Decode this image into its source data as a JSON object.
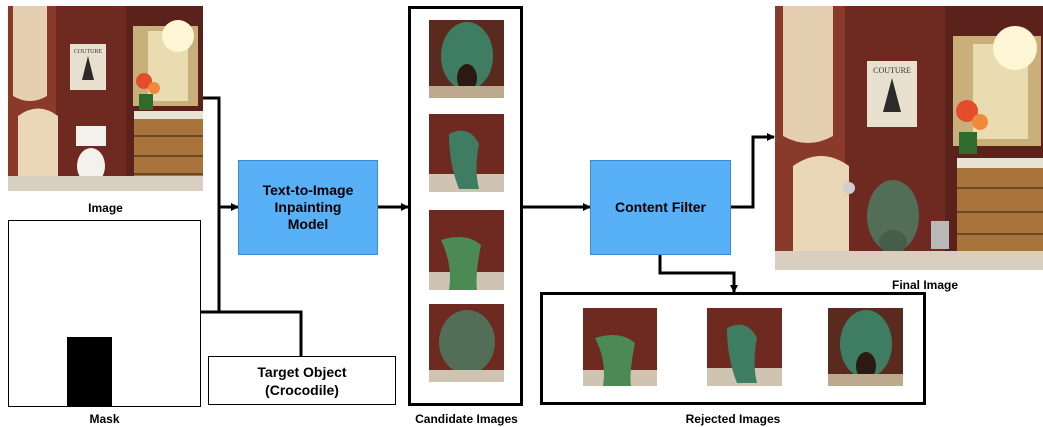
{
  "captions": {
    "image": "Image",
    "mask": "Mask",
    "candidate": "Candidate Images",
    "rejected": "Rejected Images",
    "final": "Final Image"
  },
  "boxes": {
    "inpainting": "Text-to-Image\nInpainting\nModel",
    "filter": "Content Filter",
    "target": "Target Object\n(Crocodile)"
  },
  "poster_text": "COUTURE",
  "colors": {
    "box_fill": "#58b0f7",
    "wall": "#6e2a21",
    "cabinet": "#a8743c",
    "croc": "#3e7d62"
  }
}
